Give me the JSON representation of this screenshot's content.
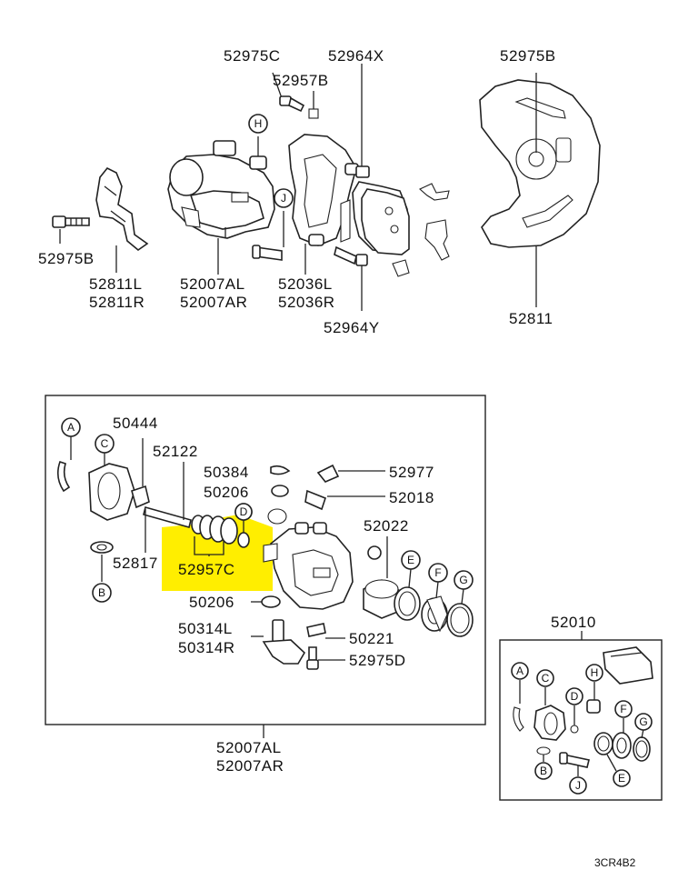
{
  "labels": {
    "p52975C_top": "52975C",
    "p52957B": "52957B",
    "p52964X": "52964X",
    "p52975B_right": "52975B",
    "p52975B_left": "52975B",
    "p52811L": "52811L",
    "p52811R": "52811R",
    "p52007AL_top": "52007AL",
    "p52007AR_top": "52007AR",
    "p52036L": "52036L",
    "p52036R": "52036R",
    "p52964Y": "52964Y",
    "p52811": "52811",
    "p50444": "50444",
    "p52122": "52122",
    "p50384": "50384",
    "p52977": "52977",
    "p50206_a": "50206",
    "p52018": "52018",
    "p52022": "52022",
    "p52817": "52817",
    "p52957C": "52957C",
    "p50206_b": "50206",
    "p50314L": "50314L",
    "p50314R": "50314R",
    "p50221": "50221",
    "p52975D": "52975D",
    "p52007AL_bottom": "52007AL",
    "p52007AR_bottom": "52007AR",
    "p52010": "52010",
    "code": "3CR4B2"
  },
  "callouts": {
    "A": "A",
    "B": "B",
    "C": "C",
    "D": "D",
    "E": "E",
    "F": "F",
    "G": "G",
    "H": "H",
    "J": "J"
  },
  "highlight_color": "#ffee00"
}
